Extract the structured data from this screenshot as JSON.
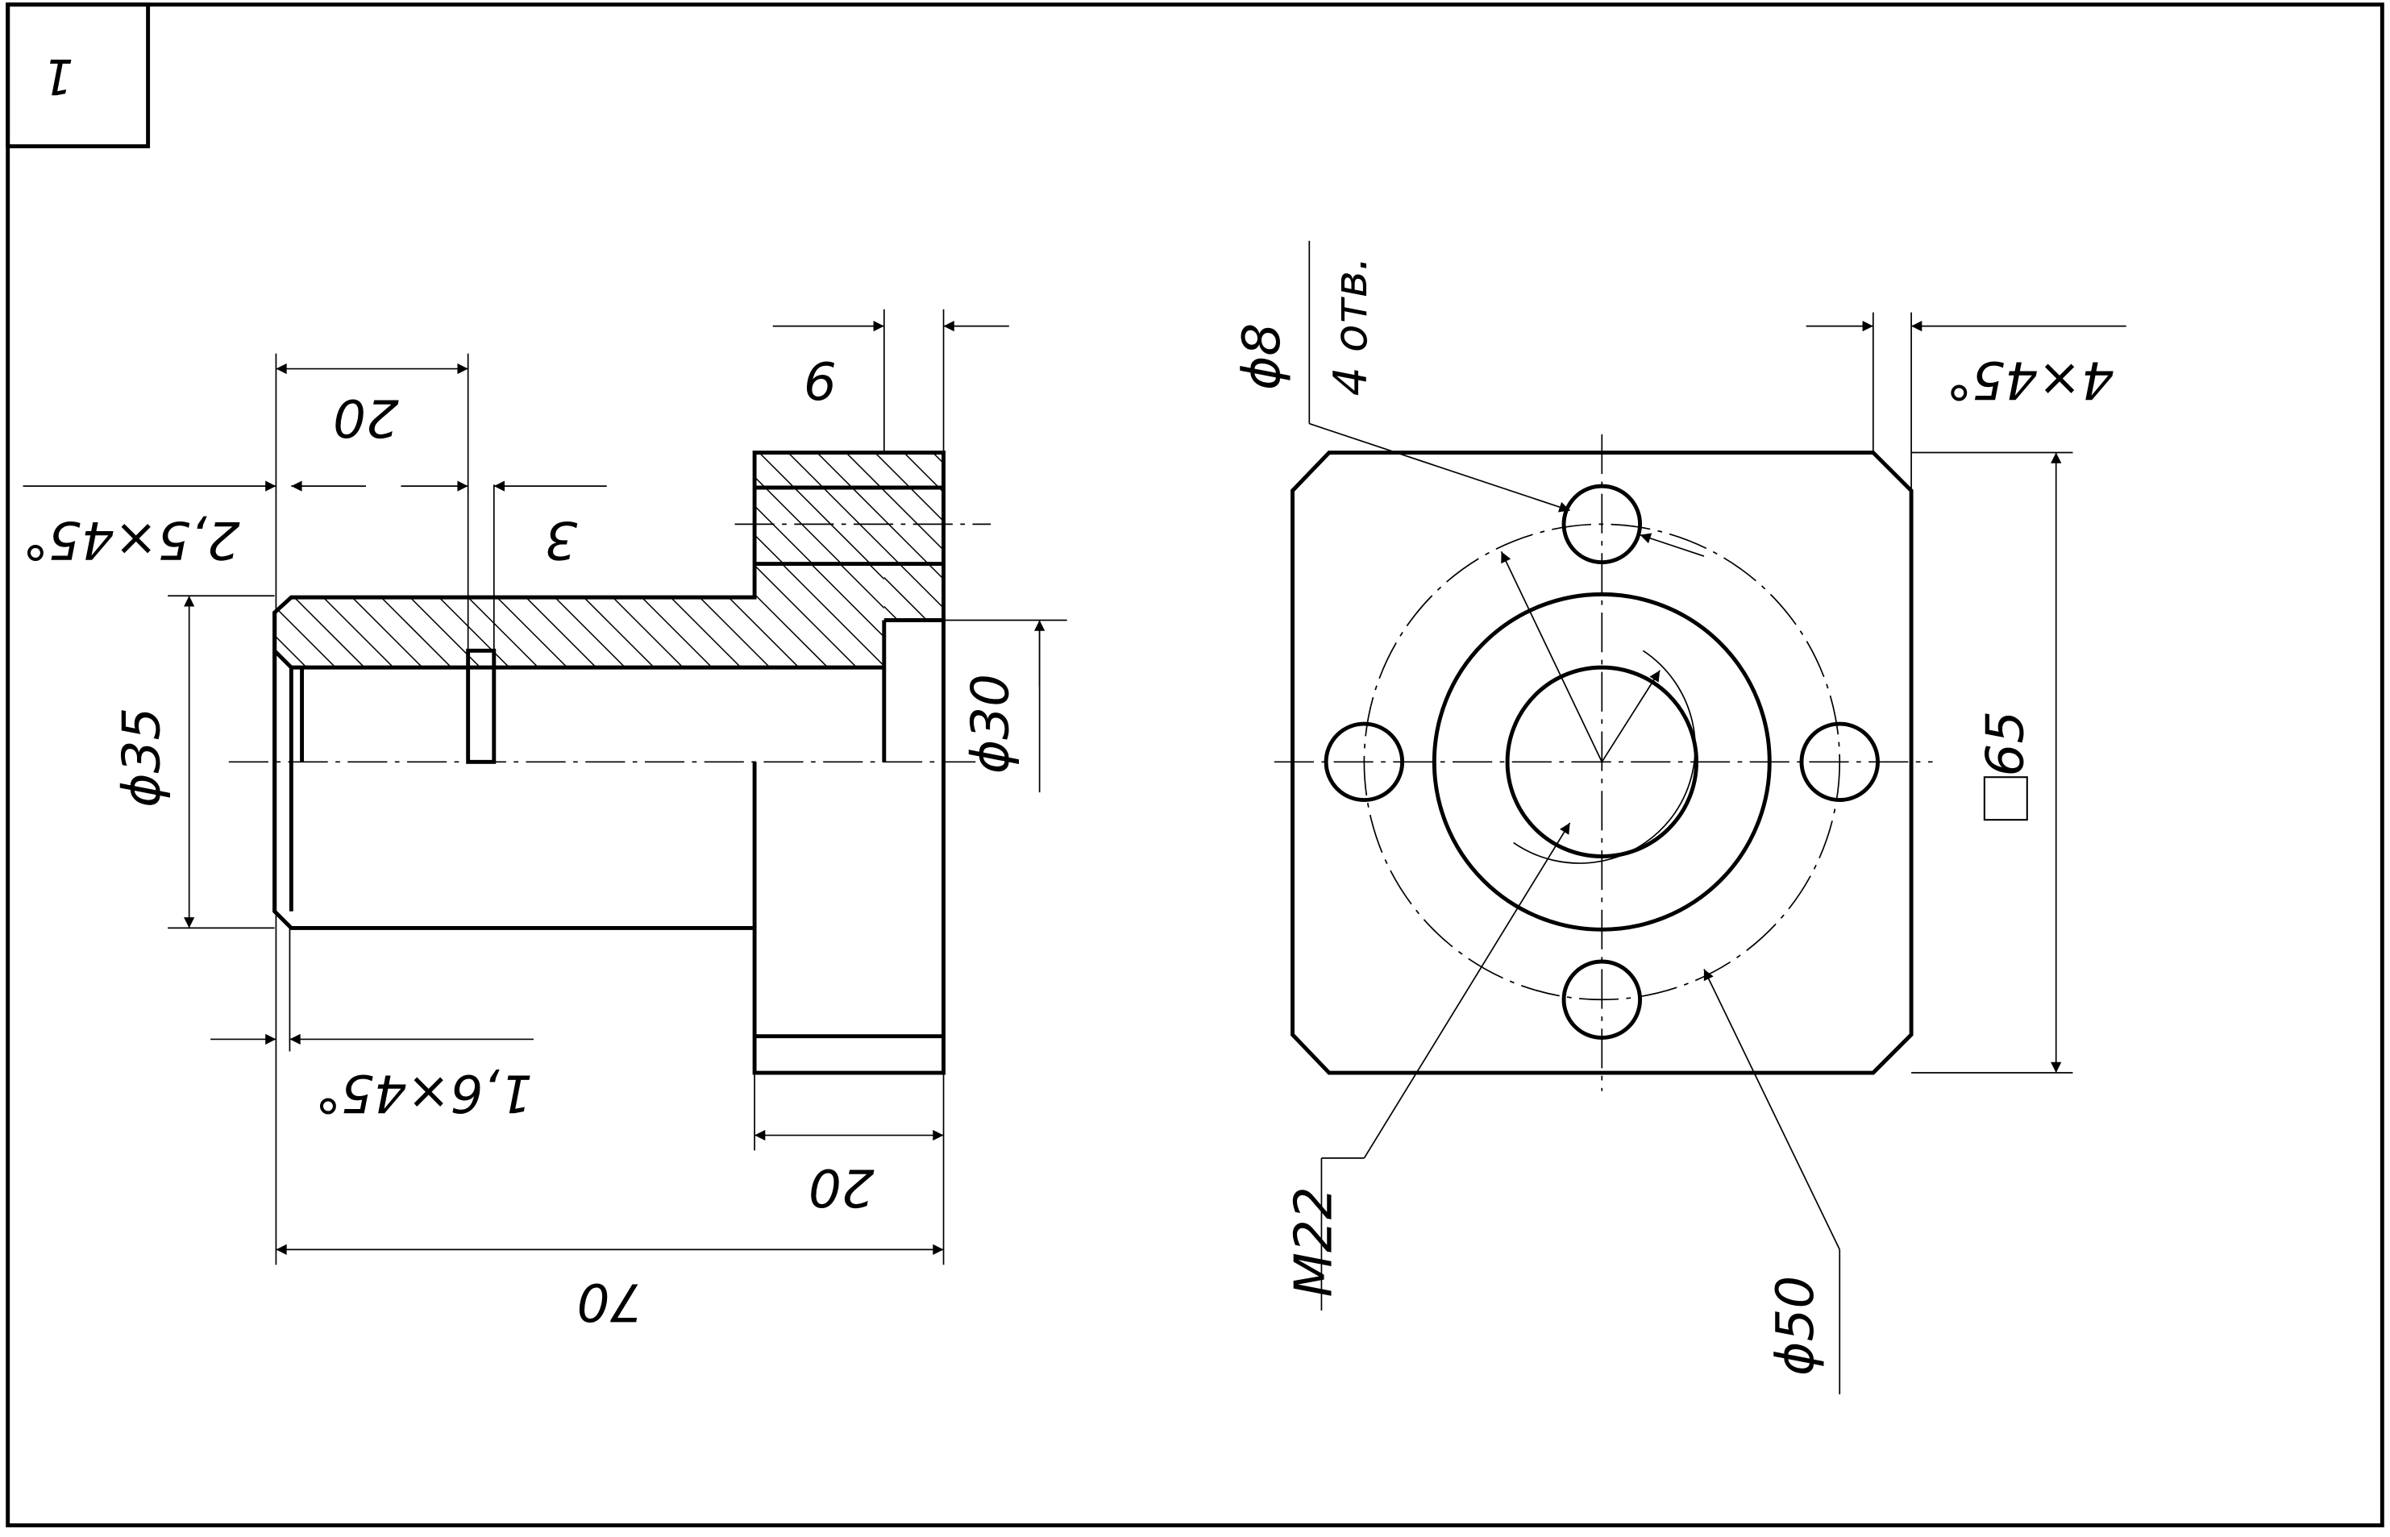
{
  "sheet": {
    "number": "1"
  },
  "front_view": {
    "dim_20_top": "20",
    "dim_9": "9",
    "dim_3": "3",
    "dim_chamfer_25": "2,5×45°",
    "dim_d35": "ϕ35",
    "dim_d30": "ϕ30",
    "dim_chamfer_16": "1,6×45°",
    "dim_20_bottom": "20",
    "dim_70": "70"
  },
  "side_view": {
    "dim_d8": "ϕ8",
    "dim_holes": "4 отв.",
    "dim_chamfer_4": "4×45°",
    "dim_sq65": "65",
    "dim_m22": "M22",
    "dim_d50": "ϕ50"
  }
}
